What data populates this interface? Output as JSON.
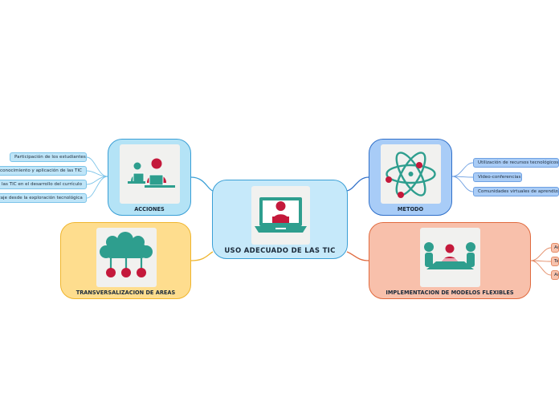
{
  "center": {
    "label": "USO ADECUADO DE LAS TIC",
    "icon": "laptop-user-icon"
  },
  "nodes": {
    "acciones": {
      "label": "ACCIONES",
      "icon": "two-people-at-desk-icon"
    },
    "metodo": {
      "label": "METODO",
      "icon": "atom-icon"
    },
    "transversalizacion": {
      "label": "TRANSVERSALIZACION DE AREAS",
      "icon": "cloud-network-icon"
    },
    "implementacion": {
      "label": "IMPLEMENTACION DE MODELOS FLEXIBLES",
      "icon": "meeting-table-icon"
    }
  },
  "acciones_items": [
    "Participación de los estudiantes",
    "Reconocimiento y aplicación de las TIC",
    "Uso de las TIC en el desarrollo del currículo",
    "Aprendizaje desde la exploración tecnológica"
  ],
  "metodo_items": [
    "Utilización de recursos tecnológicos",
    "Video-conferencias",
    "Comunidades virtuales de aprendizaje"
  ],
  "implementacion_items": [
    "Aula",
    "Tele",
    "Aula"
  ],
  "colors": {
    "acciones": "#b4e3f6",
    "metodo": "#a8ccf7",
    "transversalizacion": "#fedd8e",
    "implementacion": "#f8c0ab",
    "center": "#c6e9fa",
    "icon_teal": "#2e9e8e",
    "icon_red": "#c4193b"
  }
}
